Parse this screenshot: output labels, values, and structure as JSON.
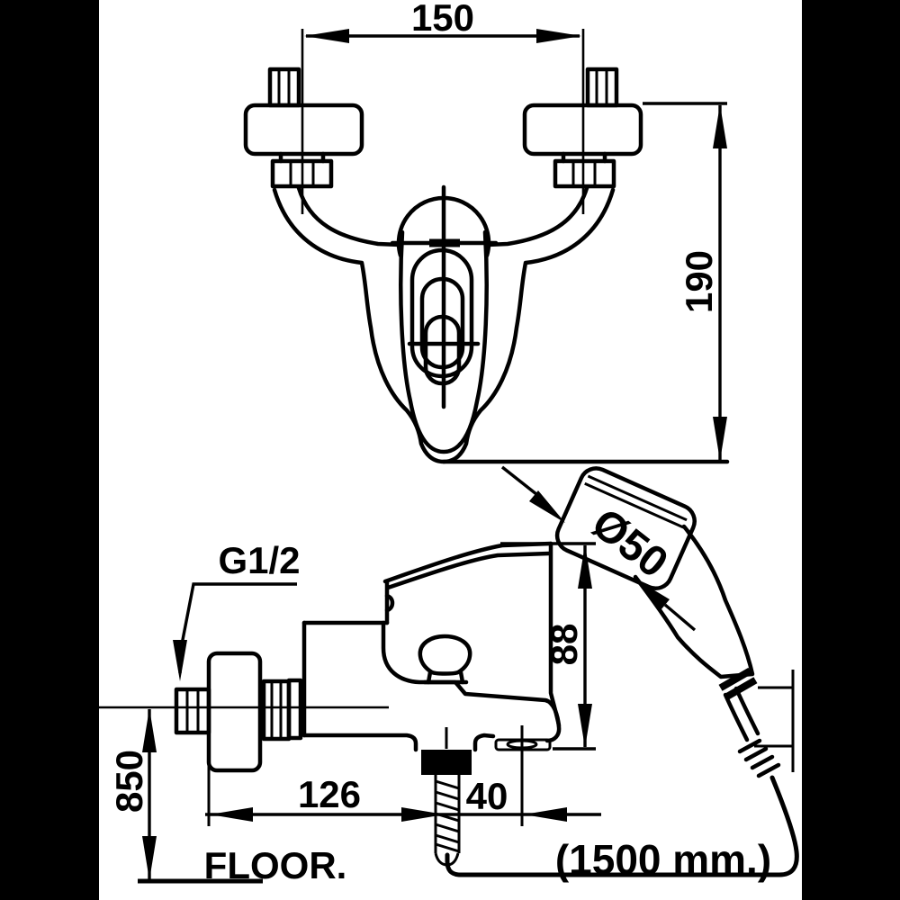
{
  "drawing": {
    "type": "technical dimension drawing",
    "subject": "wall-mounted bath/shower mixer faucet with hand shower",
    "colors": {
      "ink": "#000000",
      "paper": "#ffffff",
      "matte": "#000000"
    },
    "dimensions": {
      "center_distance": "150",
      "body_height": "190",
      "head_diameter": "Ø50",
      "spout_height": "88",
      "thread_size": "G1/2",
      "wall_to_outlet": "126",
      "outlet_to_hose": "40",
      "mounting_height": "850",
      "hose_length": "(1500 mm.)"
    },
    "annotations": {
      "floor": "FLOOR."
    }
  }
}
